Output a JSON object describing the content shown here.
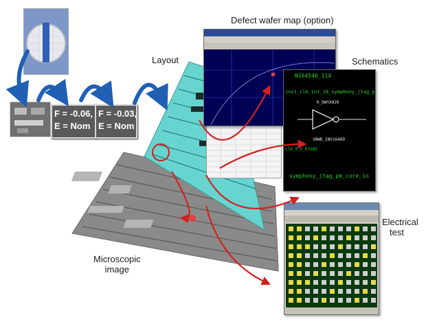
{
  "labels": {
    "defect_wafer_map": "Defect wafer map (option)",
    "layout": "Layout",
    "schematics": "Schematics",
    "electrical_test_line1": "Electrical",
    "electrical_test_line2": "test",
    "microscopic_image_line1": "Microscopic",
    "microscopic_image_line2": "image"
  },
  "fault_boxes": [
    {
      "f": "F = -0.06,",
      "e": "E = Nom"
    },
    {
      "f": "F = -0.03,",
      "e": "E = Nom"
    }
  ],
  "schematic": {
    "net_top": "N164546_114",
    "net_mid": "inst_clk_int_18_symphony_jtag_p",
    "gate_top": "R_DWYX020",
    "gate_bottom": "XBWD_INV16480",
    "net_side": "clk_0_n_63185",
    "net_bottom": "symphony_jtag_pm_core_in"
  },
  "colors": {
    "arrow_red": "#d42020",
    "arrow_blue": "#1f5fb4",
    "layout_cyan": "#67d4cf",
    "schematic_green": "#2bd32b"
  }
}
